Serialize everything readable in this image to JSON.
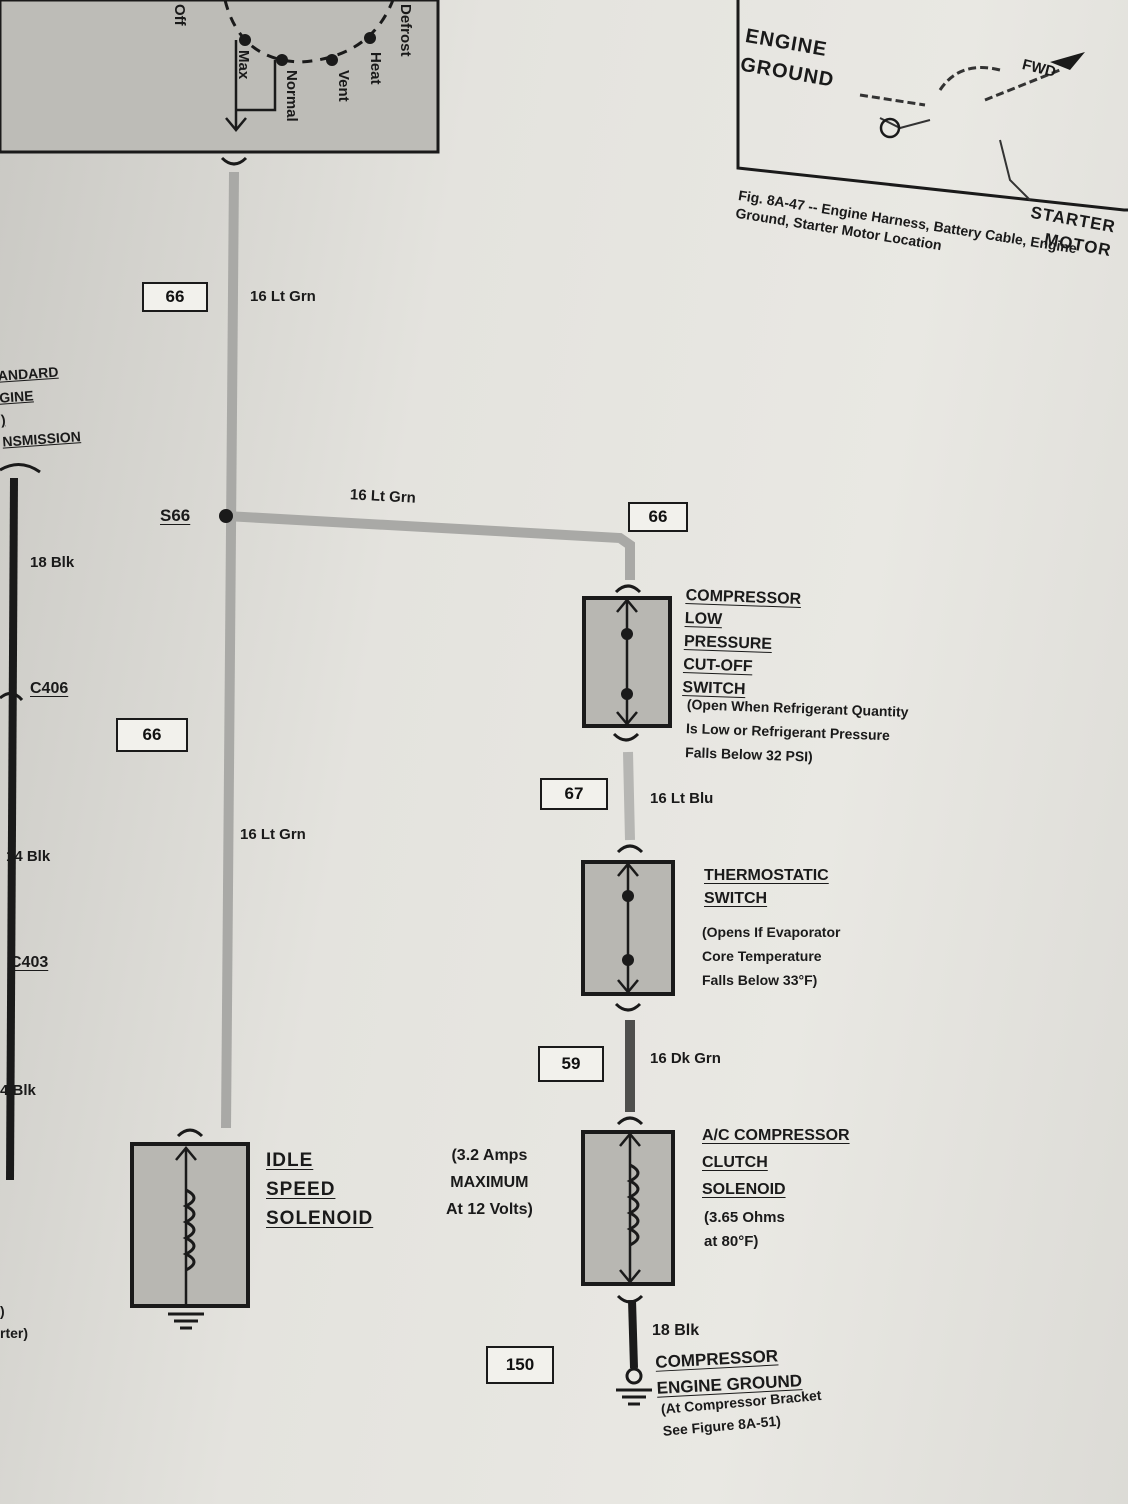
{
  "hvac_switch_positions": [
    "Off",
    "Max",
    "Normal",
    "Vent",
    "Heat",
    "Defrost"
  ],
  "inset_figure": {
    "engine_ground_label": "ENGINE\nGROUND",
    "fwd_label": "FWD",
    "starter_label": "STARTER\nMOTOR",
    "caption": "Fig. 8A-47 -- Engine Harness, Battery Cable, Engine\nGround, Starter Motor Location"
  },
  "left_partial": {
    "standard_engine": "ANDARD\nGINE\n)\nNSMISSION",
    "wire_18blk": "18 Blk",
    "c406": "C406",
    "wire_14blk": "14 Blk",
    "c403": "C403",
    "wire_4blk": "4 Blk",
    "rter": ")\nrter)"
  },
  "circuits": {
    "top_66": "66",
    "top_wire": "16 Lt Grn",
    "splice": "S66",
    "branch_wire": "16 Lt Grn",
    "branch_66": "66",
    "mid_66": "66",
    "mid_wire": "16 Lt Grn",
    "c67": "67",
    "wire_67": "16 Lt Blu",
    "c59": "59",
    "wire_59": "16 Dk Grn",
    "c150": "150",
    "wire_150": "18 Blk"
  },
  "components": {
    "pressure_switch": {
      "title": "COMPRESSOR\nLOW\nPRESSURE\nCUT-OFF\nSWITCH",
      "note": "(Open When Refrigerant Quantity\nIs Low or Refrigerant Pressure\nFalls Below 32 PSI)"
    },
    "thermo_switch": {
      "title": "THERMOSTATIC\nSWITCH",
      "note": "(Opens If Evaporator\nCore Temperature\nFalls Below 33°F)"
    },
    "idle_solenoid": {
      "title": "IDLE\nSPEED\nSOLENOID",
      "note": "(3.2 Amps\nMAXIMUM\nAt 12 Volts)"
    },
    "clutch_solenoid": {
      "title": "A/C COMPRESSOR\nCLUTCH\nSOLENOID",
      "note": "(3.65 Ohms\nat 80°F)"
    },
    "engine_ground": {
      "title": "COMPRESSOR\nENGINE GROUND",
      "note": "(At Compressor Bracket\nSee Figure 8A-51)"
    }
  },
  "colors": {
    "wire_light": "#a9a9a6",
    "wire_dark": "#4f4f4d",
    "ink": "#1a1a1a",
    "component_fill": "#b8b7b2"
  }
}
